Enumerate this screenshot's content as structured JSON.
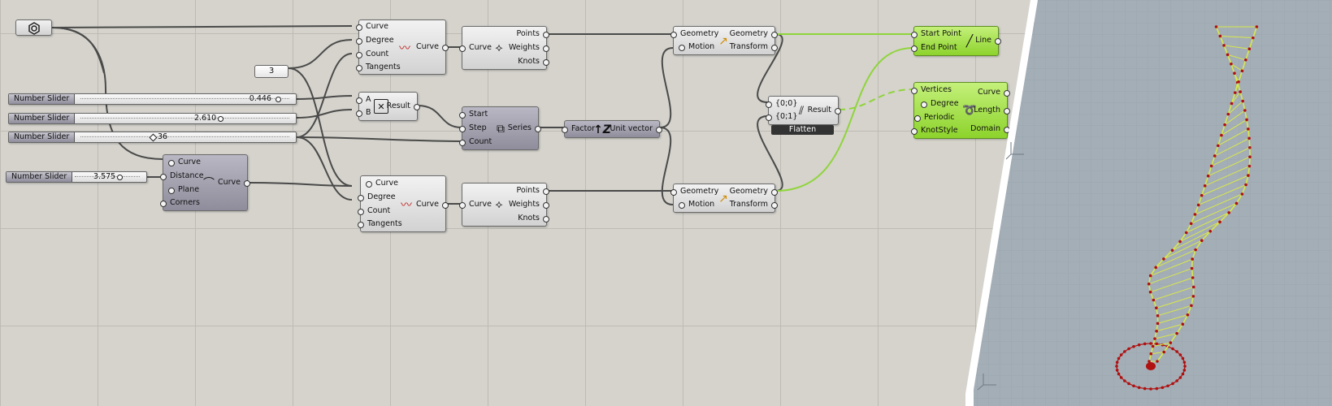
{
  "canvas": {
    "bolt_param": {
      "icon": "hexagon-bolt-icon"
    },
    "number_3": {
      "value": "3"
    },
    "sliders": [
      {
        "label": "Number Slider",
        "value": "0.446"
      },
      {
        "label": "Number Slider",
        "value": "2.610"
      },
      {
        "label": "Number Slider",
        "value": "36"
      },
      {
        "label": "Number Slider",
        "value": "3.575"
      }
    ],
    "curve_top": {
      "inputs": [
        "Curve",
        "Degree",
        "Count",
        "Tangents"
      ],
      "output": "Curve"
    },
    "curve_bottom": {
      "inputs": [
        "Curve",
        "Degree",
        "Count",
        "Tangents"
      ],
      "output": "Curve"
    },
    "control_points_top": {
      "input": "Curve",
      "outputs": [
        "Points",
        "Weights",
        "Knots"
      ]
    },
    "control_points_bottom": {
      "input": "Curve",
      "outputs": [
        "Points",
        "Weights",
        "Knots"
      ]
    },
    "multiply": {
      "inputs": [
        "A",
        "B"
      ],
      "output": "Result"
    },
    "series": {
      "inputs": [
        "Start",
        "Step",
        "Count"
      ],
      "output": "Series"
    },
    "unit_z": {
      "input": "Factor",
      "output": "Unit vector"
    },
    "offset": {
      "inputs": [
        "Curve",
        "Distance",
        "Plane",
        "Corners"
      ],
      "output": "Curve"
    },
    "move_top": {
      "inputs": [
        "Geometry",
        "Motion"
      ],
      "outputs": [
        "Geometry",
        "Transform"
      ]
    },
    "move_bottom": {
      "inputs": [
        "Geometry",
        "Motion"
      ],
      "outputs": [
        "Geometry",
        "Transform"
      ]
    },
    "merge": {
      "inputs": [
        "{0;0}",
        "{0;1}"
      ],
      "output": "Result",
      "tag": "Flatten"
    },
    "line": {
      "inputs": [
        "Start Point",
        "End Point"
      ],
      "output": "Line"
    },
    "interp": {
      "inputs": [
        "Vertices",
        "Degree",
        "Periodic",
        "KnotStyle"
      ],
      "outputs": [
        "Curve",
        "Length",
        "Domain"
      ]
    }
  },
  "colors": {
    "canvas_bg": "#d5d3cc",
    "wire": "#4a4a4a",
    "wire_selected": "#8fd43a",
    "component_green": "#9bdd3c",
    "viewport_bg": "#a4aeb6",
    "geometry_line": "#d8e84a",
    "geometry_point": "#b01010"
  }
}
